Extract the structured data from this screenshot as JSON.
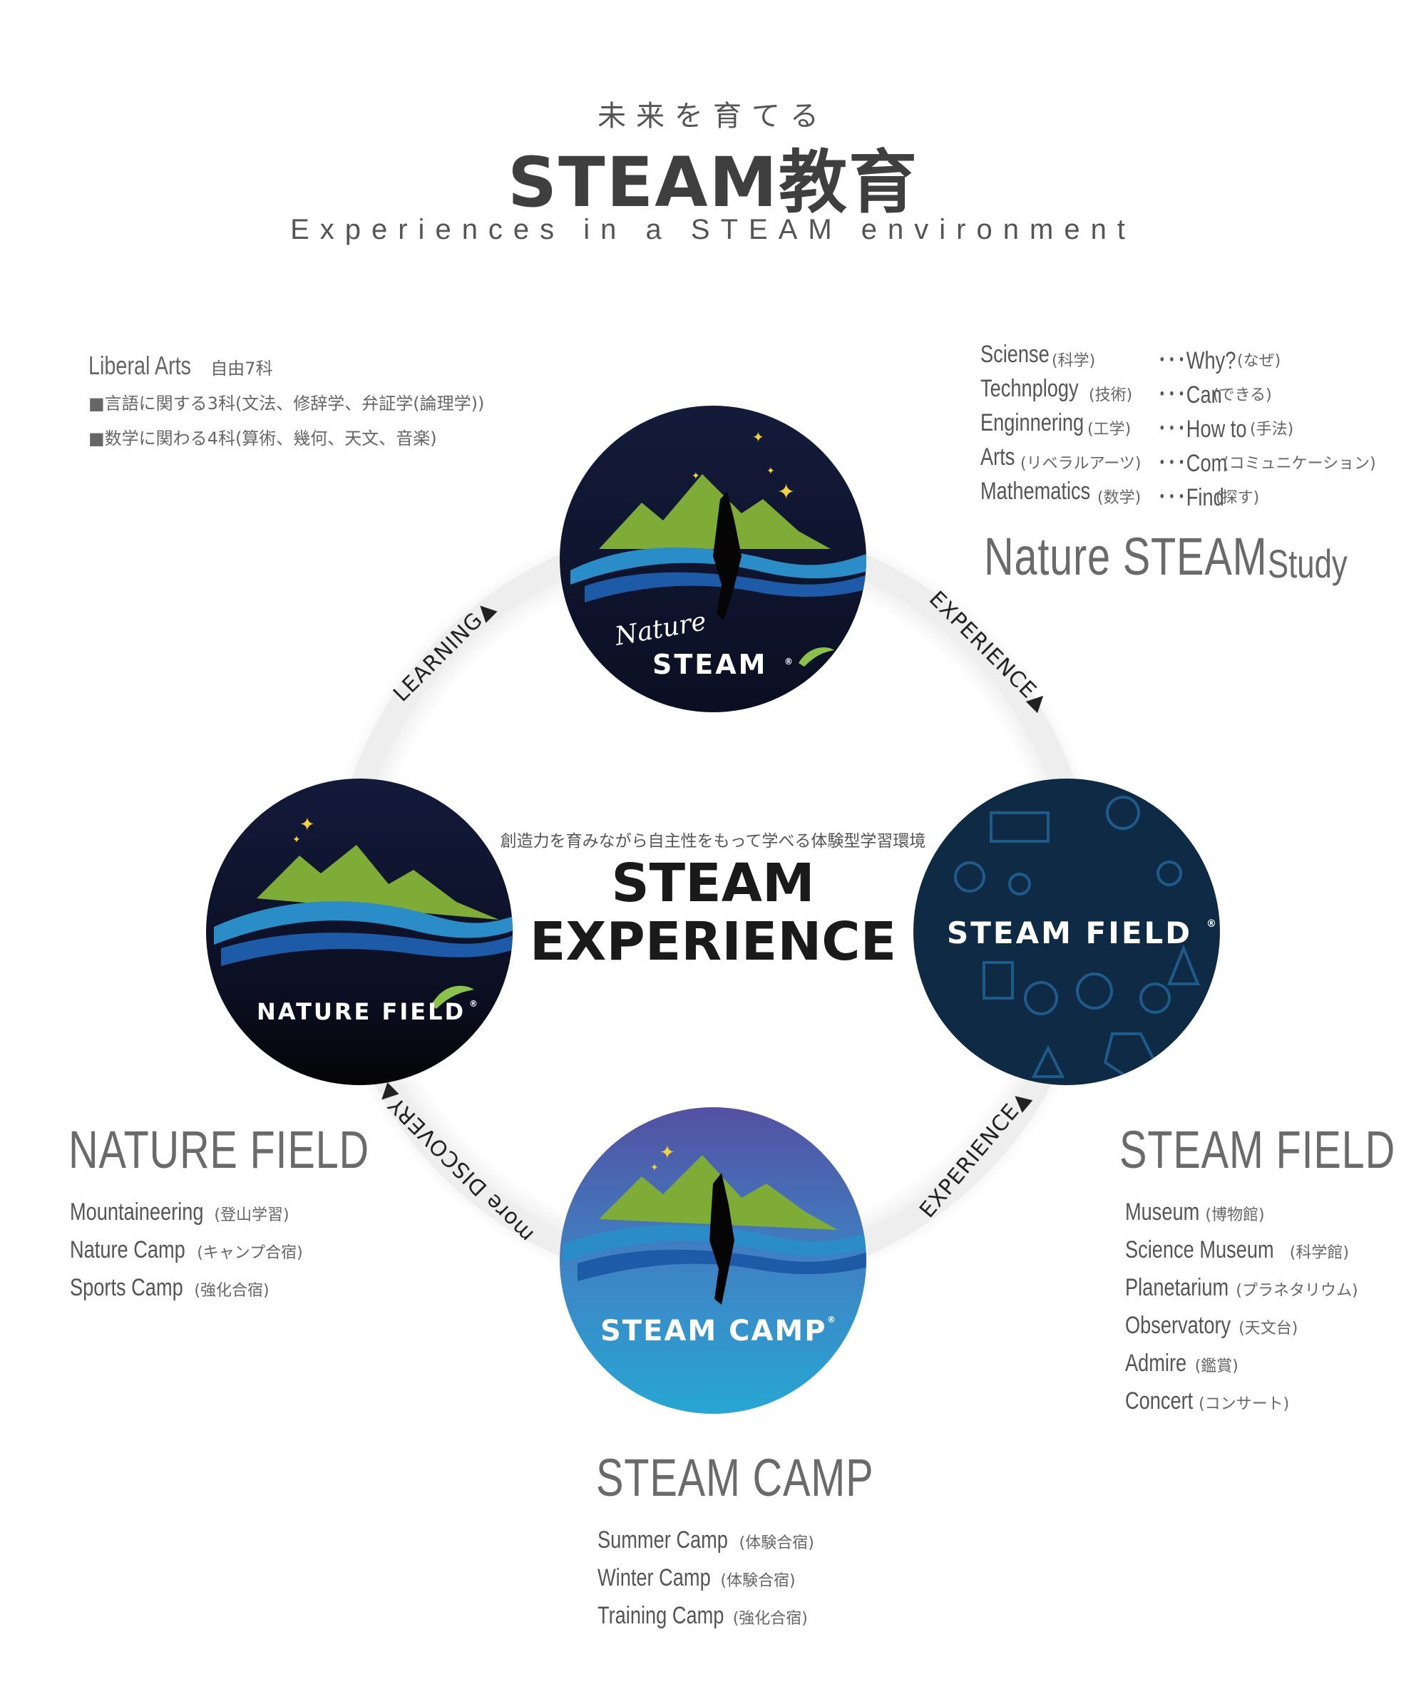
{
  "header": {
    "subtitle": "未来を育てる",
    "title": "STEAM教育",
    "tagline": "Experiences in a STEAM environment"
  },
  "liberal_arts": {
    "title": "Liberal Arts",
    "title_note": "自由7科",
    "line1": "■言語に関する3科(文法、修辞学、弁証学(論理学))",
    "line2": "■数学に関わる4科(算術、幾何、天文、音楽)"
  },
  "steam_study": {
    "rows": [
      {
        "term": "Sciense",
        "jp": "(科学)",
        "value": "･･･Why?",
        "value_jp": "(なぜ)"
      },
      {
        "term": "Technplogy",
        "jp": "(技術)",
        "value": "･･･Can",
        "value_jp": "(できる)"
      },
      {
        "term": "Enginnering",
        "jp": "(工学)",
        "value": "･･･How to",
        "value_jp": "(手法)"
      },
      {
        "term": "Arts",
        "jp": "(リベラルアーツ)",
        "value": "･･･Com",
        "value_jp": "(コミュニケーション)"
      },
      {
        "term": "Mathematics",
        "jp": "(数学)",
        "value": "･･･Find",
        "value_jp": "(探す)"
      }
    ],
    "heading": "Nature STEAM",
    "heading_small": "Study"
  },
  "center": {
    "subtitle": "創造力を育みながら自主性をもって学べる体験型学習環境",
    "title_line1": "STEAM",
    "title_line2": "EXPERIENCE"
  },
  "nodes": {
    "top": {
      "script": "Nature",
      "label": "STEAM",
      "mark": "®"
    },
    "left": {
      "label": "NATURE FIELD",
      "mark": "®"
    },
    "right": {
      "label": "STEAM FIELD",
      "mark": "®"
    },
    "bottom": {
      "label": "STEAM CAMP",
      "mark": "®"
    }
  },
  "arrows": {
    "top_left": "LEARNING▲",
    "top_right": "EXPERIENCE▲",
    "bottom_right": "EXPERIENCE▲",
    "bottom_left": "more DISCOVERY▲"
  },
  "nature_field": {
    "heading": "NATURE FIELD",
    "items": [
      {
        "name": "Mountaineering",
        "jp": "(登山学習)"
      },
      {
        "name": "Nature Camp",
        "jp": "(キャンプ合宿)"
      },
      {
        "name": "Sports Camp",
        "jp": "(強化合宿)"
      }
    ]
  },
  "steam_field": {
    "heading": "STEAM FIELD",
    "items": [
      {
        "name": "Museum",
        "jp": "(博物館)"
      },
      {
        "name": "Science Museum",
        "jp": "(科学館)"
      },
      {
        "name": "Planetarium",
        "jp": "(プラネタリウム)"
      },
      {
        "name": "Observatory",
        "jp": "(天文台)"
      },
      {
        "name": "Admire",
        "jp": "(鑑賞)"
      },
      {
        "name": "Concert",
        "jp": "(コンサート)"
      }
    ]
  },
  "steam_camp": {
    "heading": "STEAM CAMP",
    "items": [
      {
        "name": "Summer Camp",
        "jp": "(体験合宿)"
      },
      {
        "name": "Winter Camp",
        "jp": "(体験合宿)"
      },
      {
        "name": "Training Camp",
        "jp": "(強化合宿)"
      }
    ]
  },
  "colors": {
    "text": "#4a4a4a",
    "ring": "#eeeeee",
    "navy": "#0e1530",
    "field_blue": "#0f2a45",
    "camp_top": "#5350a3",
    "camp_bottom": "#2aa3d4",
    "mountain_green": "#8ab43c",
    "wave_blue": "#2b7fc0"
  }
}
